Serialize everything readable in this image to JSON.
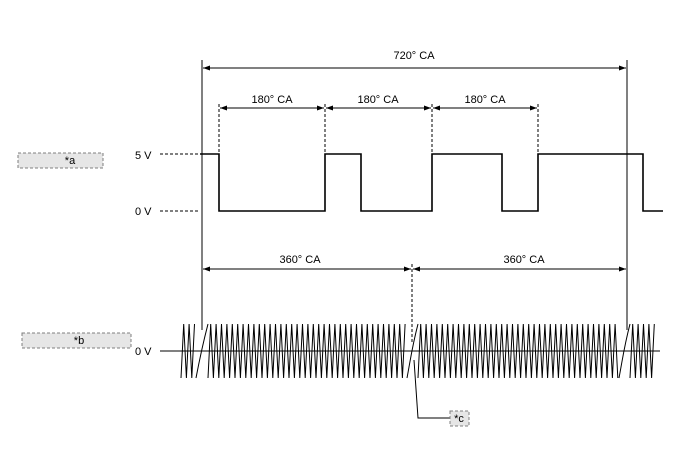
{
  "labels": {
    "crank_720": "720° CA",
    "cam_180_1": "180° CA",
    "cam_180_2": "180° CA",
    "cam_180_3": "180° CA",
    "crank_360_1": "360° CA",
    "crank_360_2": "360° CA",
    "v5": "5 V",
    "v0_top": "0 V",
    "v0_bottom": "0 V"
  },
  "tags": {
    "a": "*a",
    "b": "*b",
    "c": "*c"
  },
  "colors": {
    "line": "#000000",
    "tag_fill": "#e6e6e6",
    "tag_border": "#7f7f7f"
  }
}
